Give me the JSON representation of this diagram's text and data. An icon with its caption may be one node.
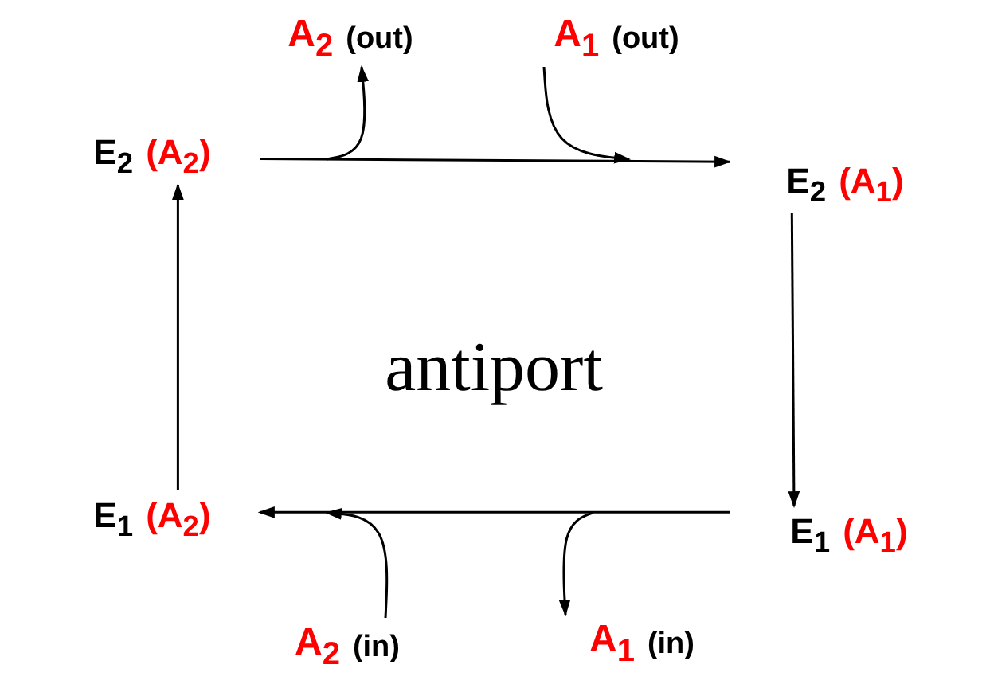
{
  "diagram": {
    "nodes": [
      {
        "text": [
          "E$_{2}$",
          "(A$_{2}$)"
        ]
      },
      {
        "text": [
          "E$_{2}$",
          "(A$_{1}$)"
        ]
      },
      {
        "text": [
          "E$_{1}$",
          "(A$_{1}$)"
        ]
      },
      {
        "text": [
          "E$_{1}$",
          "(A$_{2}$)"
        ]
      },
      {
        "text": [
          "A$_{2}$",
          "(out)"
        ]
      },
      {
        "text": [
          "A$_{1}$",
          "(out)"
        ]
      },
      {
        "text": [
          "A$_{2}$",
          "(in)"
        ]
      },
      {
        "text": [
          "A$_{1}$",
          "(in)"
        ]
      }
    ],
    "edges": [
      {
        "from": 0,
        "to": 1,
        "arrow": "to"
      },
      {
        "from": 1,
        "to": 2,
        "arrow": "to"
      },
      {
        "from": 2,
        "to": 3,
        "arrow": "to"
      },
      {
        "from": 3,
        "to": 0,
        "arrow": "to"
      },
      {
        "from": null,
        "to": 4,
        "arrow": "to"
      },
      {
        "from": 5,
        "to": null,
        "arrow": "to"
      },
      {
        "from": null,
        "to": 7,
        "arrow": "to"
      },
      {
        "from": 6,
        "to": null,
        "arrow": "to"
      }
    ],
    "labels": [
      "antiport"
    ]
  }
}
